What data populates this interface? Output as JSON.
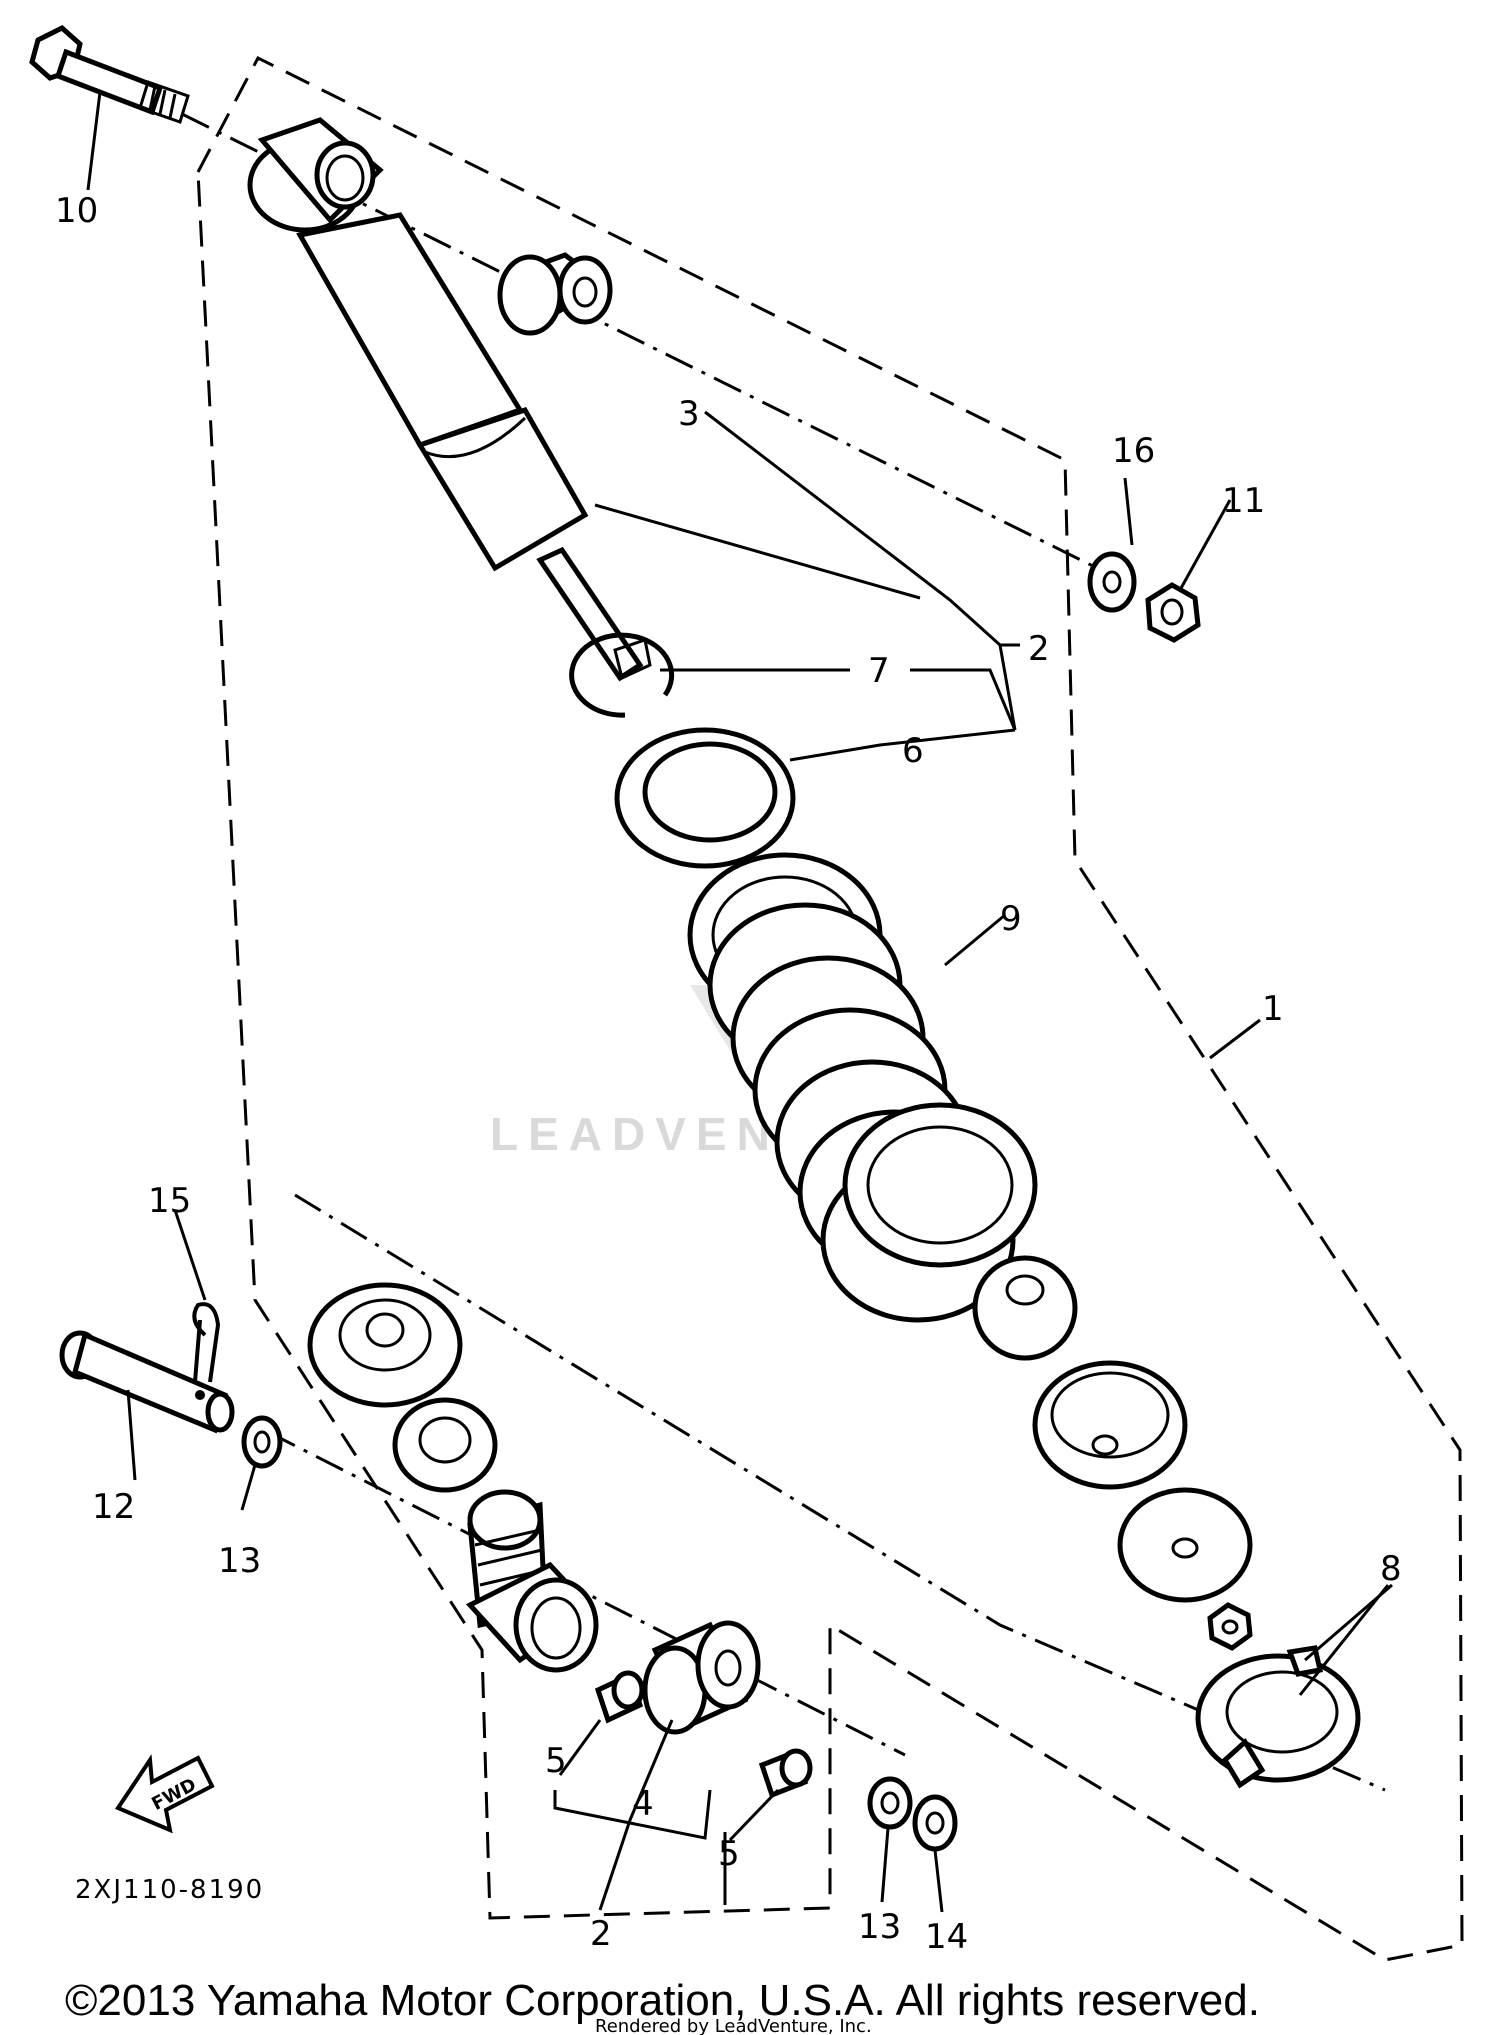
{
  "diagram": {
    "callouts": {
      "c1": "1",
      "c2_top": "2",
      "c2_bottom": "2",
      "c3": "3",
      "c4": "4",
      "c5_left": "5",
      "c5_right": "5",
      "c6": "6",
      "c7": "7",
      "c8": "8",
      "c9": "9",
      "c10": "10",
      "c11": "11",
      "c12": "12",
      "c13_left": "13",
      "c13_right": "13",
      "c14": "14",
      "c15": "15",
      "c16": "16"
    },
    "fwd_label": "FWD",
    "part_code": "2XJ110-8190",
    "watermark": "LEADVENTURE",
    "copyright": "©2013 Yamaha Motor Corporation, U.S.A. All rights reserved.",
    "rendered_by": "Rendered by LeadVenture, Inc."
  }
}
